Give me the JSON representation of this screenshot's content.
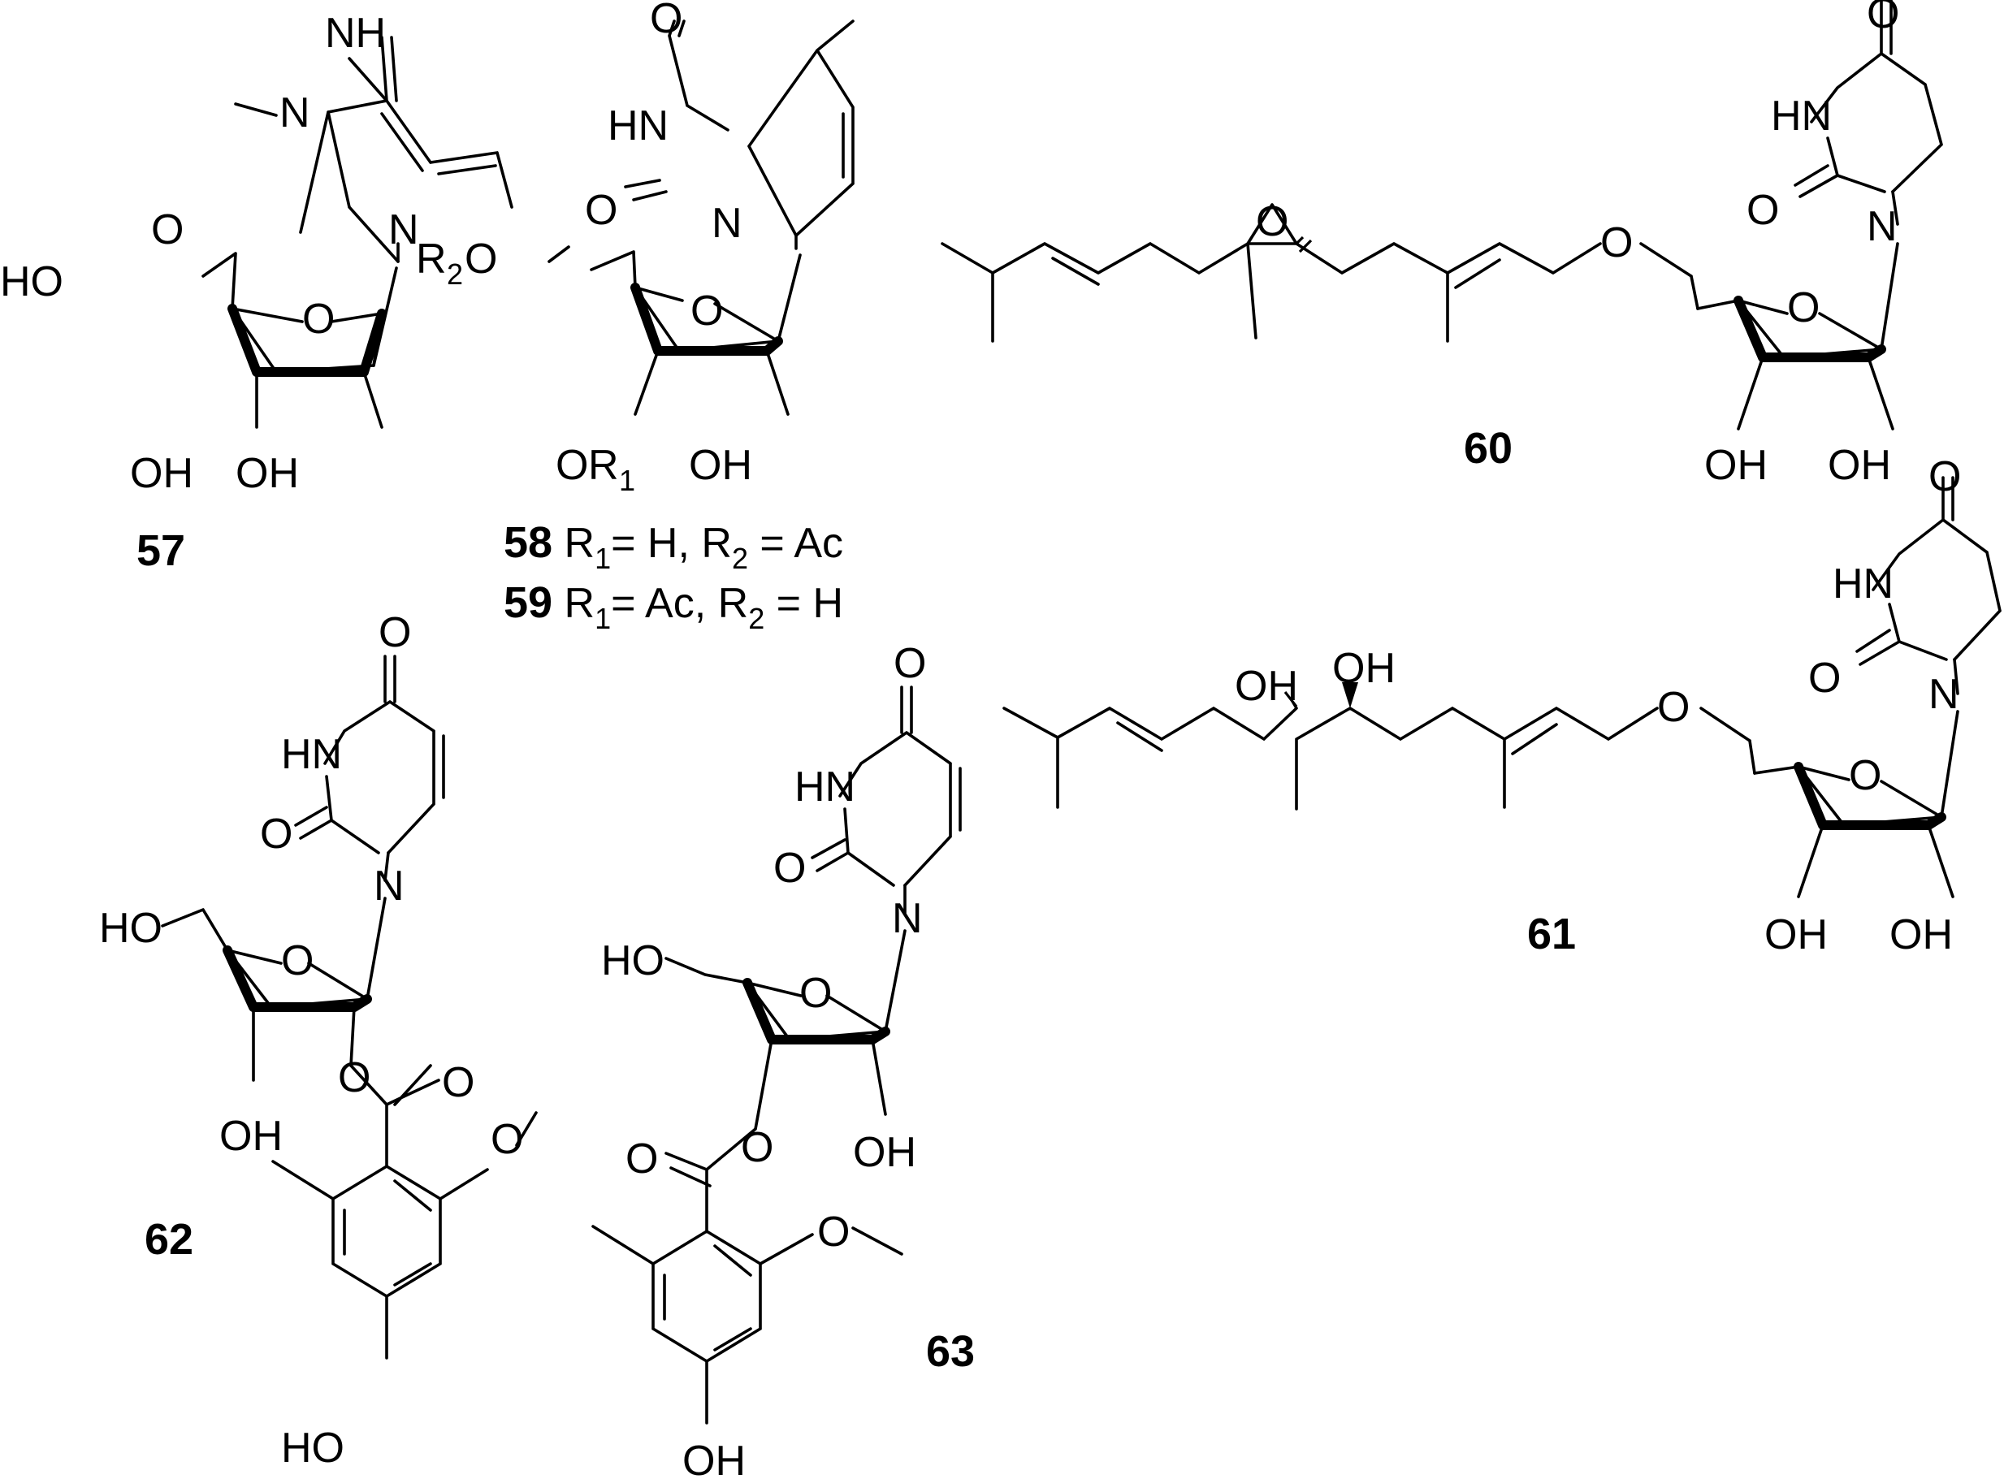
{
  "compounds": [
    {
      "id": "57"
    },
    {
      "id": "58",
      "substituents": {
        "R1": "H",
        "R2": "Ac"
      }
    },
    {
      "id": "59",
      "substituents": {
        "R1": "Ac",
        "R2": "H"
      }
    },
    {
      "id": "60"
    },
    {
      "id": "61"
    },
    {
      "id": "62"
    },
    {
      "id": "63"
    }
  ],
  "atoms": {
    "O": "O",
    "N": "N",
    "NH": "NH",
    "HN": "HN",
    "OH": "OH",
    "HO": "HO",
    "R": "R",
    "one": "1",
    "two": "2"
  },
  "legend": {
    "c58": {
      "label": "58",
      "r1_prefix": " R",
      "r1_sub": "1",
      "r1_value": "= H, R",
      "r2_sub": "2",
      "r2_value": " = Ac"
    },
    "c59": {
      "label": "59",
      "r1_prefix": " R",
      "r1_sub": "1",
      "r1_value": "= Ac, R",
      "r2_sub": "2",
      "r2_value": " = H"
    }
  },
  "colors": {
    "ink": "#000000",
    "background": "#ffffff"
  }
}
